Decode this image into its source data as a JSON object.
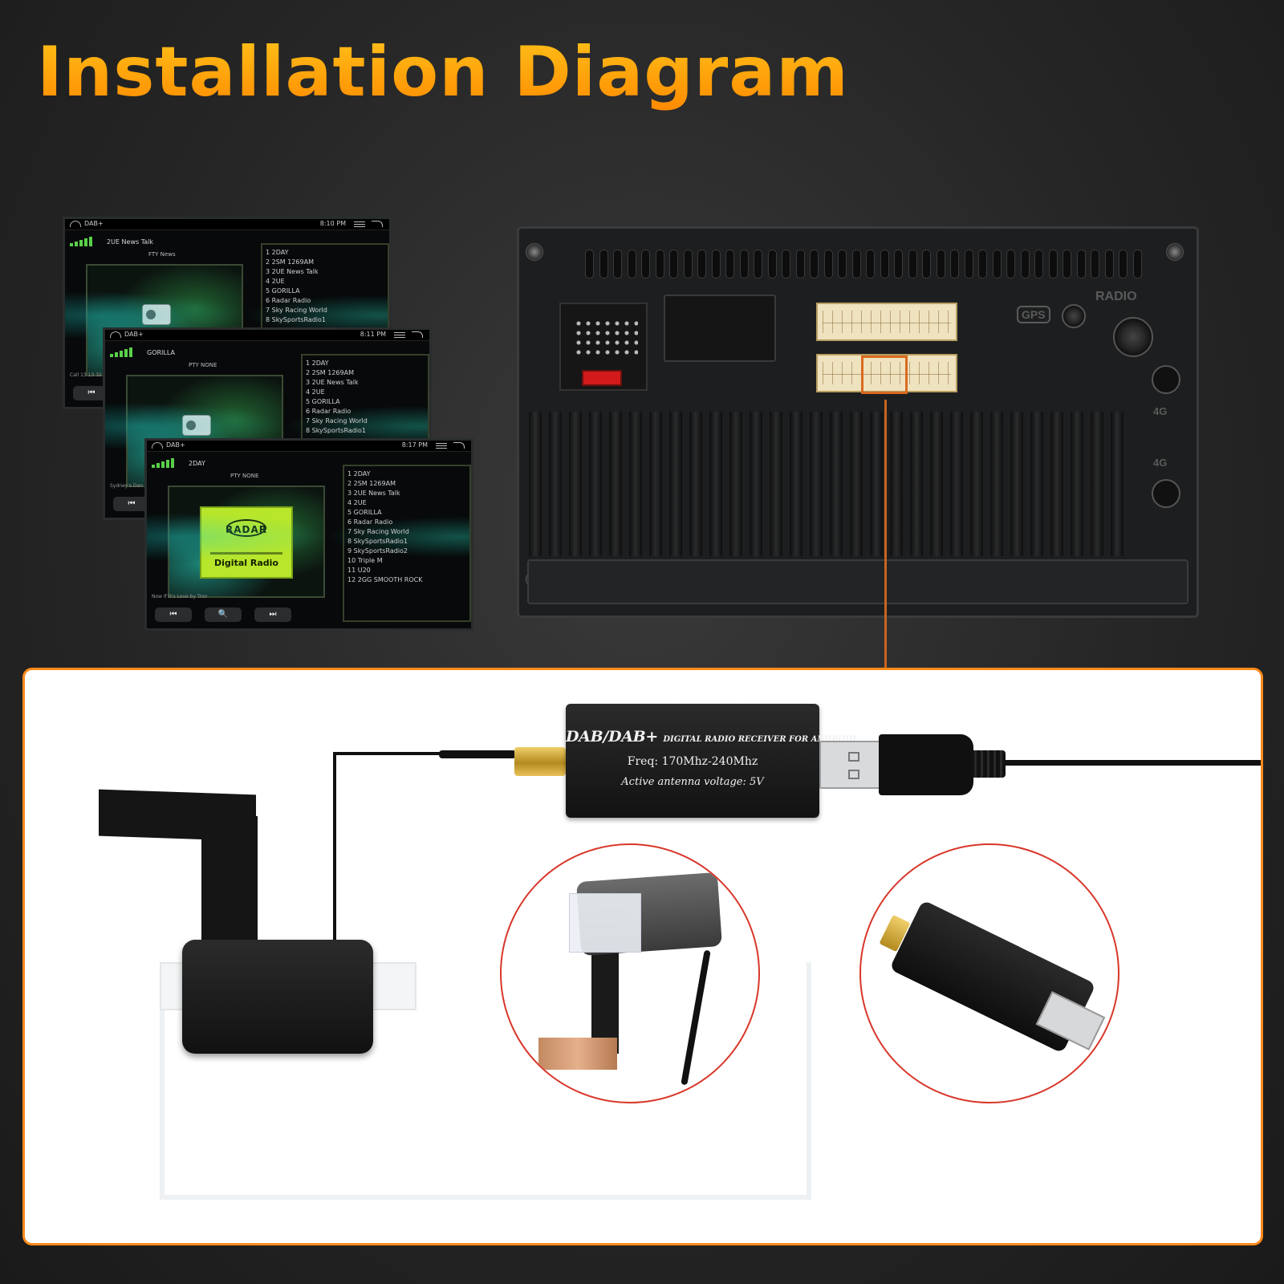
{
  "title": "Installation Diagram",
  "screens": [
    {
      "app": "DAB+",
      "time": "8:10 PM",
      "station": "2UE News Talk",
      "pty": "FTY News",
      "stations": [
        "1  2DAY",
        "2  2SM 1269AM",
        "3  2UE News Talk",
        "4  2UE",
        "5  GORILLA",
        "6  Radar Radio",
        "7  Sky Racing World",
        "8  SkySportsRadio1"
      ],
      "footer": "Call 13 13 32",
      "controls": [
        "⏮"
      ]
    },
    {
      "app": "DAB+",
      "time": "8:11 PM",
      "station": "GORILLA",
      "pty": "PTY NONE",
      "stations": [
        "1  2DAY",
        "2  2SM 1269AM",
        "3  2UE News Talk",
        "4  2UE",
        "5  GORILLA",
        "6  Radar Radio",
        "7  Sky Racing World",
        "8  SkySportsRadio1"
      ],
      "footer": "Sydney's Dan",
      "controls": [
        "⏮"
      ]
    },
    {
      "app": "DAB+",
      "time": "8:17 PM",
      "station": "2DAY",
      "pty": "PTY NONE",
      "stations": [
        "1  2DAY",
        "2  2SM 1269AM",
        "3  2UE News Talk",
        "4  2UE",
        "5  GORILLA",
        "6  Radar Radio",
        "7  Sky Racing World",
        "8  SkySportsRadio1",
        "9  SkySportsRadio2",
        "10  Triple M",
        "11  U20",
        "12  2GG SMOOTH ROCK"
      ],
      "footer": "Now If It's Love by Tron",
      "controls": [
        "⏮",
        "🔍",
        "⏭"
      ],
      "logo_word": "RADAR",
      "logo_caption": "Digital Radio"
    }
  ],
  "headunit": {
    "gps_label": "GPS",
    "radio_label": "RADIO",
    "tag_4g_top": "4G",
    "tag_4g_bottom": "4G"
  },
  "dongle": {
    "brand": "DAB/DAB+",
    "subtitle": "DIGITAL RADIO RECEIVER FOR ANDROID",
    "freq": "Freq: 170Mhz-240Mhz",
    "voltage": "Active antenna voltage: 5V"
  },
  "colors": {
    "title_top": "#ffc21a",
    "title_bottom": "#ff8a00",
    "panel_border": "#ff8a1a",
    "arrow": "#c96420",
    "circle_border": "#d8372a"
  }
}
